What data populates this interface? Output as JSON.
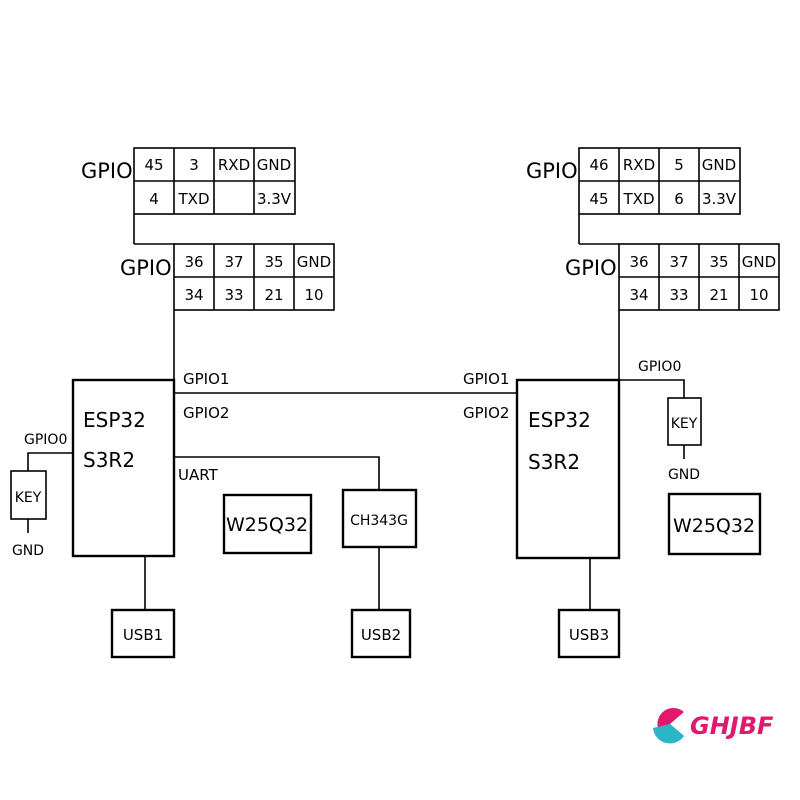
{
  "diagram": {
    "left": {
      "chip_line1": "ESP32",
      "chip_line2": "S3R2",
      "header_top": {
        "label": "GPIO",
        "row1": [
          "45",
          "3",
          "RXD",
          "GND"
        ],
        "row2": [
          "4",
          "TXD",
          "",
          "3.3V"
        ]
      },
      "header_bottom": {
        "label": "GPIO",
        "row1": [
          "36",
          "37",
          "35",
          "GND"
        ],
        "row2": [
          "34",
          "33",
          "21",
          "10"
        ]
      },
      "key": {
        "label": "KEY",
        "pin": "GPIO0",
        "gnd": "GND"
      },
      "signals": {
        "gpio1": "GPIO1",
        "gpio2": "GPIO2",
        "uart": "UART"
      },
      "flash": "W25Q32",
      "bridge": "CH343G",
      "usb_a": "USB1",
      "usb_b": "USB2"
    },
    "right": {
      "chip_line1": "ESP32",
      "chip_line2": "S3R2",
      "header_top": {
        "label": "GPIO",
        "row1": [
          "46",
          "RXD",
          "5",
          "GND"
        ],
        "row2": [
          "45",
          "TXD",
          "6",
          "3.3V"
        ]
      },
      "header_bottom": {
        "label": "GPIO",
        "row1": [
          "36",
          "37",
          "35",
          "GND"
        ],
        "row2": [
          "34",
          "33",
          "21",
          "10"
        ]
      },
      "key": {
        "label": "KEY",
        "pin": "GPIO0",
        "gnd": "GND"
      },
      "signals": {
        "gpio1": "GPIO1",
        "gpio2": "GPIO2"
      },
      "flash": "W25Q32",
      "usb": "USB3"
    }
  },
  "watermark": {
    "text": "GHJBF",
    "colors": [
      "#e0196e",
      "#2bb5c8"
    ]
  }
}
